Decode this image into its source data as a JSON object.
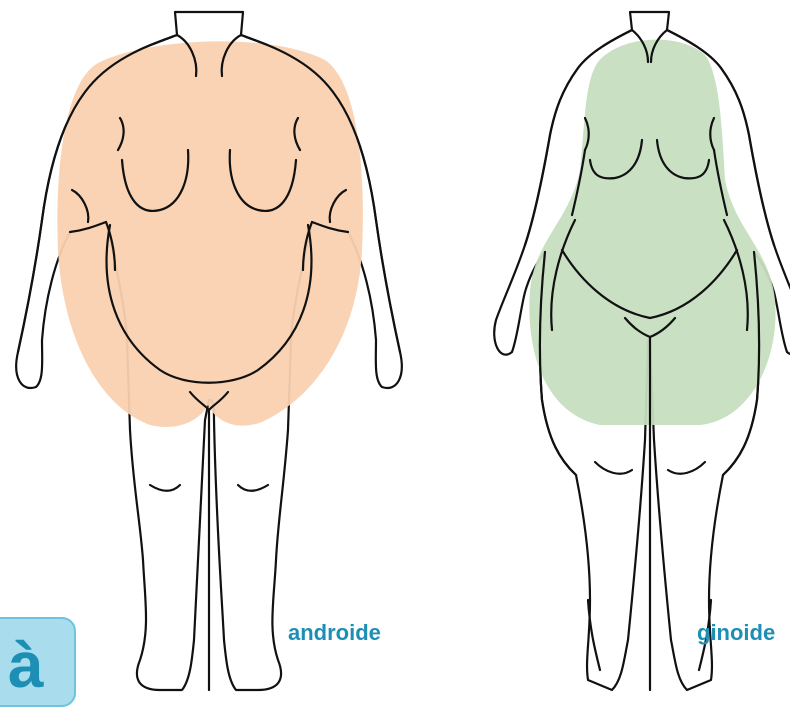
{
  "labels": {
    "android": "androide",
    "gynoid": "ginoide"
  },
  "badge_text": "à",
  "colors": {
    "android_fat": "#f9d1b0",
    "gynoid_fat": "#c6dec0",
    "label": "#1d8fb4",
    "badge_bg": "#a9dcec"
  }
}
